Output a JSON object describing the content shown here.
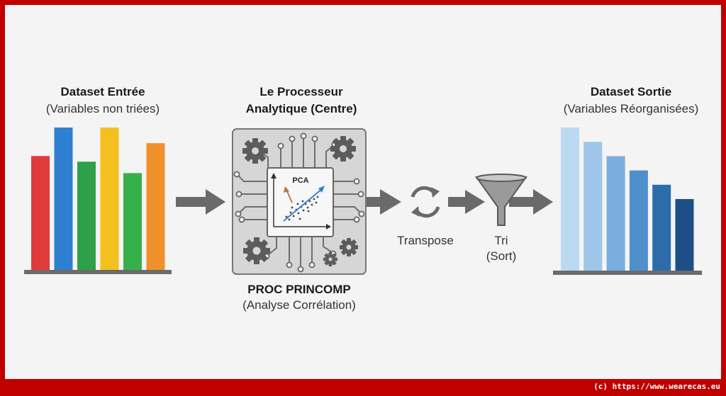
{
  "input": {
    "title": "Dataset Entrée",
    "subtitle": "(Variables non triées)"
  },
  "processor": {
    "title_line1": "Le Processeur",
    "title_line2": "Analytique (Centre)",
    "chip_label": "PCA",
    "proc_name": "PROC PRINCOMP",
    "proc_desc": "(Analyse Corrélation)"
  },
  "steps": {
    "transpose": "Transpose",
    "sort_line1": "Tri",
    "sort_line2": "(Sort)"
  },
  "output": {
    "title": "Dataset Sortie",
    "subtitle": "(Variables Réorganisées)"
  },
  "footer": {
    "copyright": "(c) https://www.wearecas.eu"
  },
  "colors": {
    "frame": "#c00000",
    "input_bars": [
      "#e03a3a",
      "#2f7fd0",
      "#2ea04a",
      "#f4c020",
      "#38b04a",
      "#f0902a"
    ],
    "output_bars": [
      "#bcd9f2",
      "#9ec6ea",
      "#7aaedf",
      "#4f8fcc",
      "#2d6cab",
      "#1d4e85"
    ],
    "arrow": "#6a6a6a"
  },
  "chart_data": [
    {
      "type": "bar",
      "values": [
        8,
        10,
        7.6,
        10,
        6.8,
        8.9
      ]
    },
    {
      "type": "bar",
      "values": [
        10,
        9,
        8,
        7,
        6,
        5
      ]
    }
  ]
}
